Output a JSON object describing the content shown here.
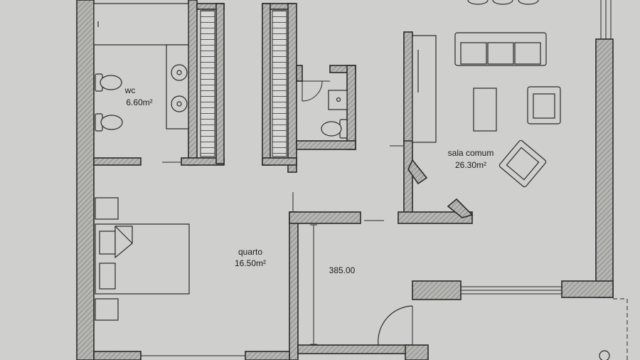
{
  "rooms": {
    "wc": {
      "name": "wc",
      "area": "6.60m²"
    },
    "quarto": {
      "name": "quarto",
      "area": "16.50m²"
    },
    "sala": {
      "name": "sala comum",
      "area": "26.30m²"
    }
  },
  "dimension": {
    "corridor_length": "385.00"
  },
  "colors": {
    "paper": "#cfcfcd",
    "wall_fill": "#b5b5b2",
    "line": "#2a2a2a"
  }
}
